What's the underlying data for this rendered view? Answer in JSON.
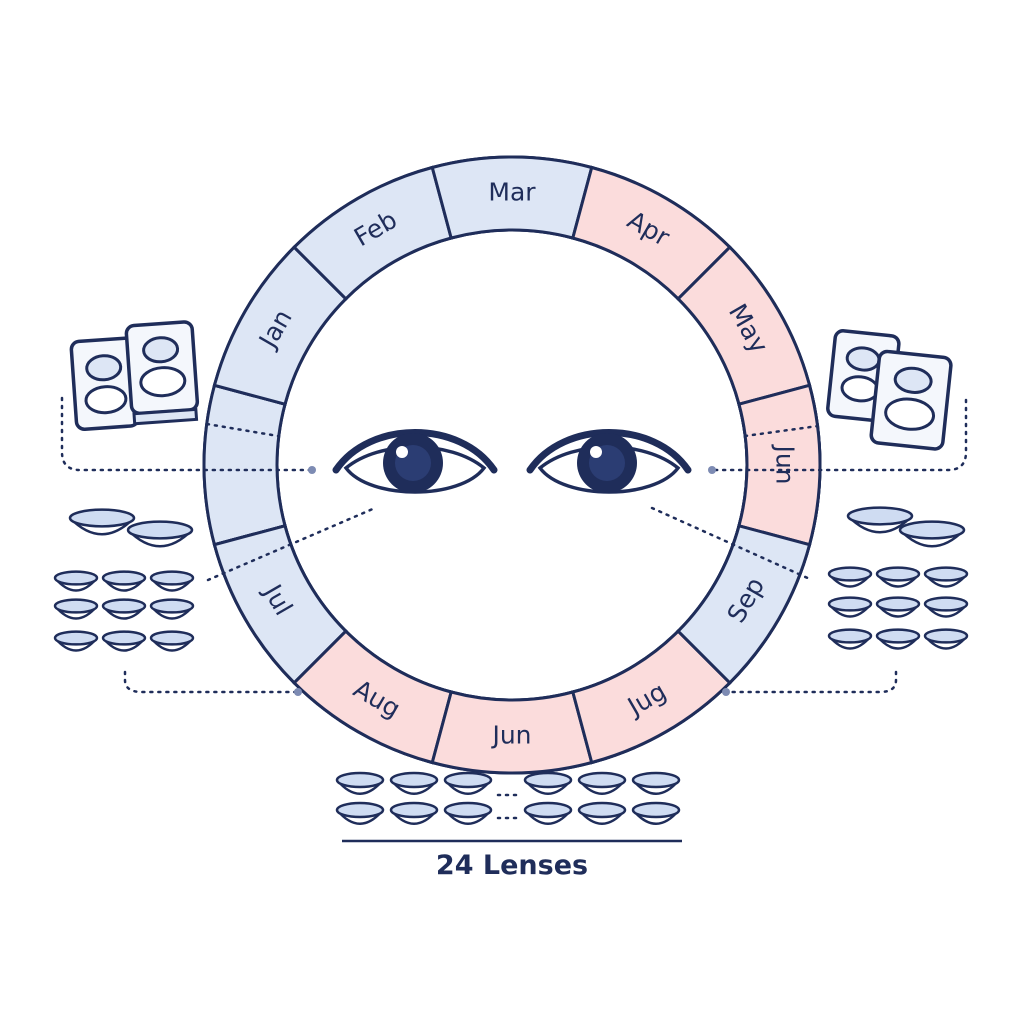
{
  "ring": {
    "months": [
      "Jan",
      "Feb",
      "Mar",
      "Apr",
      "May",
      "Jun",
      "Jul",
      "Aug",
      "Jun",
      "Jug",
      "Sep"
    ]
  },
  "caption": {
    "total_label": "24 Lenses"
  },
  "colors": {
    "ink": "#1f2d5a",
    "blue_fill": "#dde6f5",
    "pink_fill": "#fbdcdc",
    "lens_tint": "#cfdcf2"
  },
  "icons": {
    "left_case": "lens-case-icon",
    "right_case": "lens-case-icon",
    "lens": "contact-lens-icon",
    "eye": "eye-icon"
  }
}
